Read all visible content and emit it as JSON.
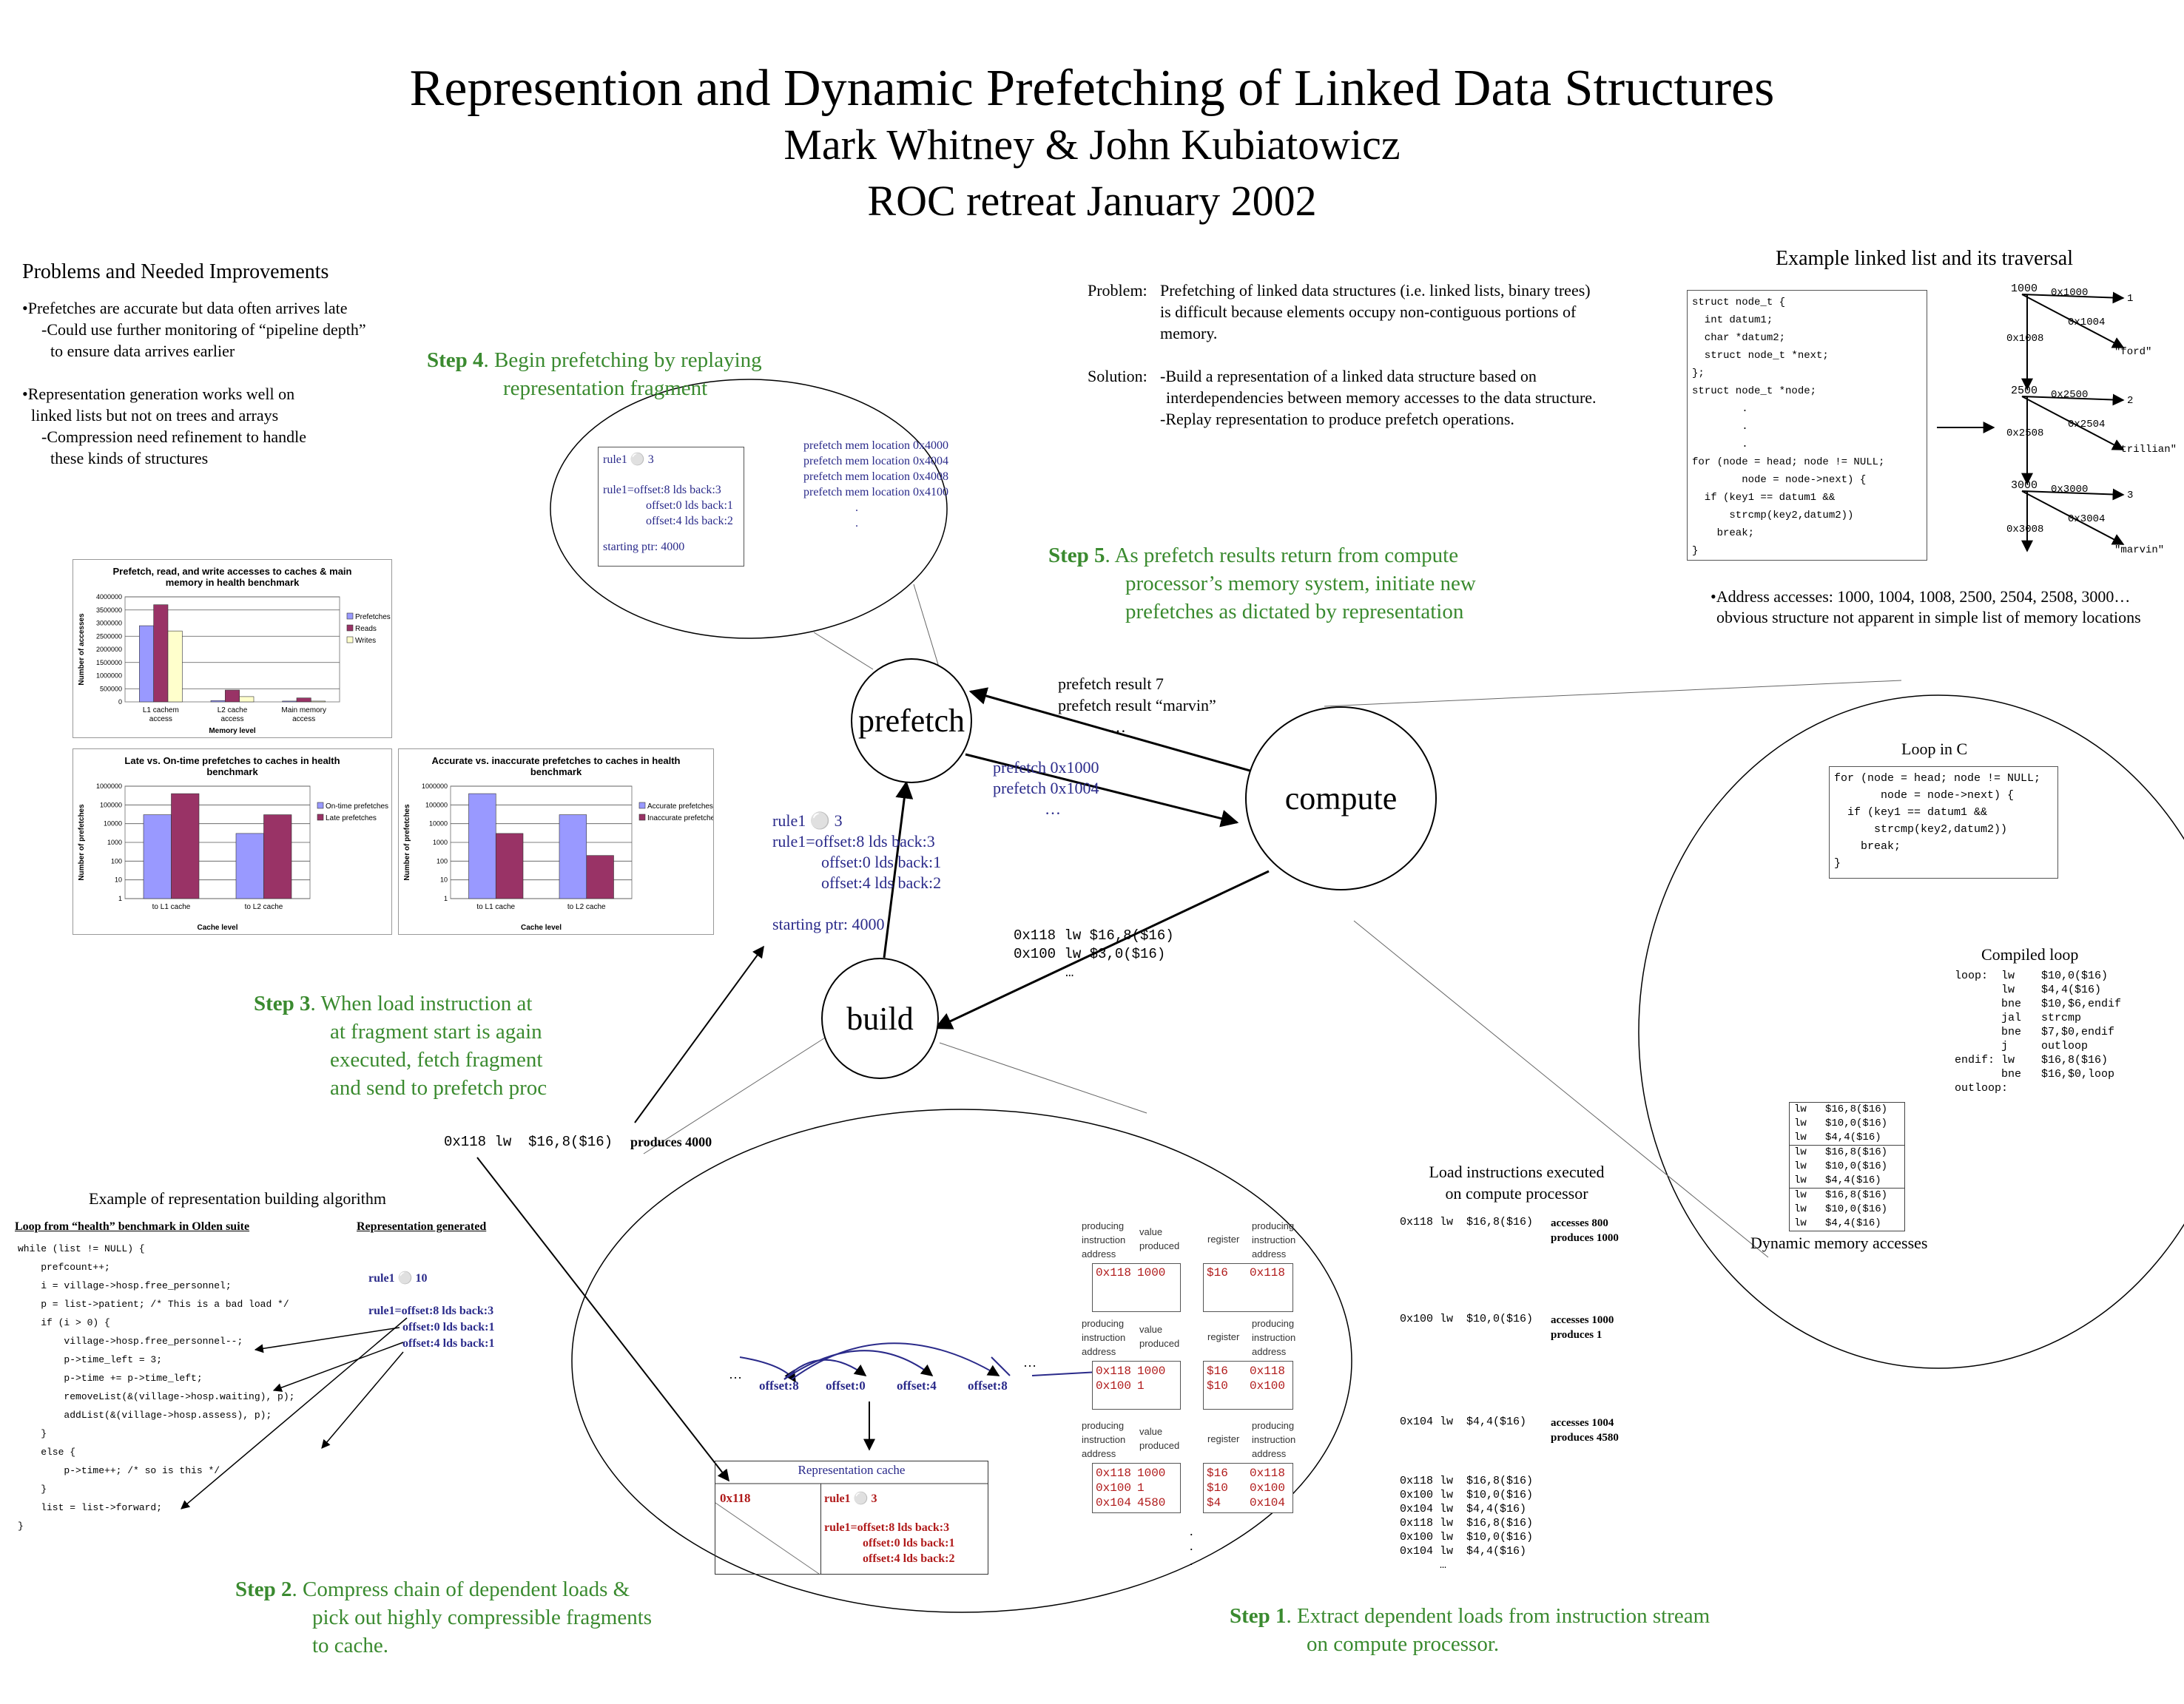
{
  "header": {
    "title": "Represention and Dynamic Prefetching of Linked Data Structures",
    "authors": "Mark Whitney & John Kubiatowicz",
    "venue": "ROC retreat January 2002"
  },
  "problems": {
    "heading": "Problems and Needed Improvements",
    "lines": [
      "•Prefetches are accurate but data often arrives late",
      "-Could use further monitoring of “pipeline depth”",
      "to ensure data arrives earlier",
      "•Representation generation works well on",
      "linked lists but not on trees and arrays",
      "-Compression need refinement to handle",
      "these kinds of structures"
    ]
  },
  "problem_solution": {
    "problem_label": "Problem:",
    "problem_lines": [
      "Prefetching of linked data structures (i.e. linked lists, binary trees)",
      "is difficult because elements occupy non-contiguous portions of",
      "memory."
    ],
    "solution_label": "Solution:",
    "solution_lines": [
      "-Build a representation of a linked data structure based on",
      "interdependencies between memory accesses to the data structure.",
      "-Replay representation to produce prefetch operations."
    ]
  },
  "example_list": {
    "heading": "Example linked list and its traversal",
    "code": "struct node_t {\n  int datum1;\n  char *datum2;\n  struct node_t *next;\n};\nstruct node_t *node;\n        .\n        .\n        .\nfor (node = head; node != NULL;\n        node = node->next) {\n  if (key1 == datum1 &&\n      strcmp(key2,datum2))\n    break;\n}",
    "nodes": [
      {
        "addr": "1000",
        "a0": "0x1000",
        "a4": "0x1004",
        "a8": "0x1008",
        "v1": "1",
        "v2": "\"ford\""
      },
      {
        "addr": "2500",
        "a0": "0x2500",
        "a4": "0x2504",
        "a8": "0x2508",
        "v1": "2",
        "v2": "\"trillian\""
      },
      {
        "addr": "3000",
        "a0": "0x3000",
        "a4": "0x3004",
        "a8": "0x3008",
        "v1": "3",
        "v2": "\"marvin\""
      }
    ],
    "note1": "•Address accesses: 1000, 1004, 1008, 2500, 2504, 2508, 3000…",
    "note2": "obvious structure not apparent in simple list of memory locations"
  },
  "step4": {
    "num": "Step 4",
    "text1": ". Begin prefetching by replaying",
    "text2": "representation fragment"
  },
  "step5": {
    "num": "Step 5",
    "text1": ". As prefetch results return from compute",
    "text2": "processor’s memory system, initiate new",
    "text3": "prefetches as dictated by representation"
  },
  "step3": {
    "num": "Step 3",
    "text1": ". When load instruction at",
    "text2": "at fragment start is again",
    "text3": "executed, fetch fragment",
    "text4": "and send to prefetch proc"
  },
  "step2": {
    "num": "Step 2",
    "text1": ". Compress chain of dependent loads &",
    "text2": "pick out highly compressible fragments",
    "text3": "to cache."
  },
  "step1": {
    "num": "Step 1",
    "text1": ". Extract dependent loads from instruction stream",
    "text2": "on compute processor."
  },
  "bubble_top": {
    "rule_head": "rule1  ⚪ 3",
    "rule_lines": [
      "rule1=offset:8 lds back:3",
      "offset:0 lds back:1",
      "offset:4 lds back:2"
    ],
    "start": "starting ptr: 4000",
    "prefetches": [
      "prefetch mem location 0x4000",
      "prefetch mem location 0x4004",
      "prefetch mem location 0x4008",
      "prefetch mem location 0x4100",
      ".",
      "."
    ]
  },
  "nodes": {
    "prefetch": "prefetch",
    "compute": "compute",
    "build": "build"
  },
  "arrows_text": {
    "results": [
      "prefetch result 7",
      "prefetch result “marvin”",
      "…"
    ],
    "prefetch_ops": [
      "prefetch 0x1000",
      "prefetch 0x1004",
      "…"
    ],
    "rule_head": "rule1  ⚪ 3",
    "rule_lines": [
      "rule1=offset:8 lds back:3",
      "offset:0 lds back:1",
      "offset:4 lds back:2"
    ],
    "start": "starting ptr: 4000",
    "loads": [
      "0x118 lw $16,8($16)",
      "0x100 lw $3,0($16)",
      "…"
    ],
    "produces_instr": "0x118 lw  $16,8($16)",
    "produces": "produces 4000"
  },
  "loop_c": {
    "heading": "Loop in C",
    "code": "for (node = head; node != NULL;\n       node = node->next) {\n  if (key1 == datum1 &&\n      strcmp(key2,datum2))\n    break;\n}",
    "compiled_heading": "Compiled loop",
    "compiled": "loop:  lw    $10,0($16)\n       lw    $4,4($16)\n       bne   $10,$6,endif\n       jal   strcmp\n       bne   $7,$0,endif\n       j     outloop\nendif: lw    $16,8($16)\n       bne   $16,$0,loop\noutloop:",
    "dyn_rows": [
      "lw   $16,8($16)",
      "lw   $10,0($16)",
      "lw   $4,4($16)",
      "lw   $16,8($16)",
      "lw   $10,0($16)",
      "lw   $4,4($16)",
      "lw   $16,8($16)",
      "lw   $10,0($16)",
      "lw   $4,4($16)"
    ],
    "dyn_label": "Dynamic memory accesses"
  },
  "algorithm": {
    "heading": "Example of representation building algorithm",
    "col1": "Loop from “health” benchmark in Olden suite",
    "col2": "Representation generated",
    "code": "while (list != NULL) {\n    prefcount++;\n    i = village->hosp.free_personnel;\n    p = list->patient; /* This is a bad load */\n    if (i > 0) {\n        village->hosp.free_personnel--;\n        p->time_left = 3;\n        p->time += p->time_left;\n        removeList(&(village->hosp.waiting), p);\n        addList(&(village->hosp.assess), p);\n    }\n    else {\n        p->time++; /* so is this */\n    }\n    list = list->forward;\n}",
    "rule_head": "rule1  ⚪ 10",
    "rule_lines": [
      "rule1=offset:8 lds back:3",
      "offset:0 lds back:1",
      "offset:4 lds back:1"
    ]
  },
  "bubble_bottom": {
    "col_headers": {
      "pia": "producing instruction address",
      "vp": "value produced",
      "reg": "register"
    },
    "t1": {
      "left": [
        [
          "0x118",
          "1000"
        ]
      ],
      "right": [
        [
          "$16",
          "0x118"
        ]
      ]
    },
    "t2": {
      "left": [
        [
          "0x118",
          "1000"
        ],
        [
          "0x100",
          "1"
        ]
      ],
      "right": [
        [
          "$16",
          "0x118"
        ],
        [
          "$10",
          "0x100"
        ]
      ]
    },
    "t3": {
      "left": [
        [
          "0x118",
          "1000"
        ],
        [
          "0x100",
          "1"
        ],
        [
          "0x104",
          "4580"
        ]
      ],
      "right": [
        [
          "$16",
          "0x118"
        ],
        [
          "$10",
          "0x100"
        ],
        [
          "$4",
          "0x104"
        ]
      ]
    },
    "chain": [
      "…",
      "offset:8",
      "offset:0",
      "offset:4",
      "offset:8",
      "…"
    ],
    "cache_title": "Representation cache",
    "cache_key": "0x118",
    "cache_rule_head": "rule1  ⚪ 3",
    "cache_rule_lines": [
      "rule1=offset:8 lds back:3",
      "offset:0 lds back:1",
      "offset:4 lds back:2"
    ],
    "dots": [
      ".",
      ".",
      "."
    ]
  },
  "load_instr": {
    "heading1": "Load instructions executed",
    "heading2": "on compute processor",
    "rows": [
      {
        "instr": "0x118 lw  $16,8($16)",
        "a": "accesses 800",
        "p": "produces 1000"
      },
      {
        "instr": "0x100 lw  $10,0($16)",
        "a": "accesses 1000",
        "p": "produces 1"
      },
      {
        "instr": "0x104 lw  $4,4($16)",
        "a": "accesses 1004",
        "p": "produces 4580"
      }
    ],
    "trace": "0x118 lw  $16,8($16)\n0x100 lw  $10,0($16)\n0x104 lw  $4,4($16)\n0x118 lw  $16,8($16)\n0x100 lw  $10,0($16)\n0x104 lw  $4,4($16)\n      …"
  },
  "chart_data": [
    {
      "type": "bar",
      "title": "Prefetch, read, and write accesses to caches & main memory in health benchmark",
      "categories": [
        "L1 cachem access",
        "L2 cache access",
        "Main memory access"
      ],
      "series": [
        {
          "name": "Prefetches",
          "values": [
            2900000,
            50000,
            30000
          ]
        },
        {
          "name": "Reads",
          "values": [
            3700000,
            450000,
            150000
          ]
        },
        {
          "name": "Writes",
          "values": [
            2700000,
            200000,
            30000
          ]
        }
      ],
      "xlabel": "Memory level",
      "ylabel": "Number of accesses",
      "yticks": [
        "4000000",
        "3500000",
        "3000000",
        "2500000",
        "2000000",
        "1500000",
        "1000000",
        "500000",
        "0"
      ],
      "ylim": [
        0,
        4000000
      ],
      "colors": [
        "#9999ff",
        "#993366",
        "#ffffcc"
      ]
    },
    {
      "type": "bar",
      "title": "Late vs. On-time prefetches to caches in health benchmark",
      "categories": [
        "to L1 cache",
        "to L2 cache"
      ],
      "series": [
        {
          "name": "On-time prefetches",
          "values": [
            30000,
            3000
          ]
        },
        {
          "name": "Late prefetches",
          "values": [
            400000,
            30000
          ]
        }
      ],
      "xlabel": "Cache level",
      "ylabel": "Number of prefetches",
      "yticks": [
        "1000000",
        "100000",
        "10000",
        "1000",
        "100",
        "10",
        "1"
      ],
      "log": true,
      "ylim": [
        1,
        1000000
      ],
      "colors": [
        "#9999ff",
        "#993366"
      ]
    },
    {
      "type": "bar",
      "title": "Accurate vs. inaccurate prefetches to caches in health benchmark",
      "categories": [
        "to L1 cache",
        "to L2 cache"
      ],
      "series": [
        {
          "name": "Accurate prefetches",
          "values": [
            400000,
            30000
          ]
        },
        {
          "name": "Inaccurate prefetches",
          "values": [
            3000,
            200
          ]
        }
      ],
      "xlabel": "Cache level",
      "ylabel": "Number of prefetches",
      "yticks": [
        "1000000",
        "100000",
        "10000",
        "1000",
        "100",
        "10",
        "1"
      ],
      "log": true,
      "ylim": [
        1,
        1000000
      ],
      "colors": [
        "#9999ff",
        "#993366"
      ]
    }
  ]
}
